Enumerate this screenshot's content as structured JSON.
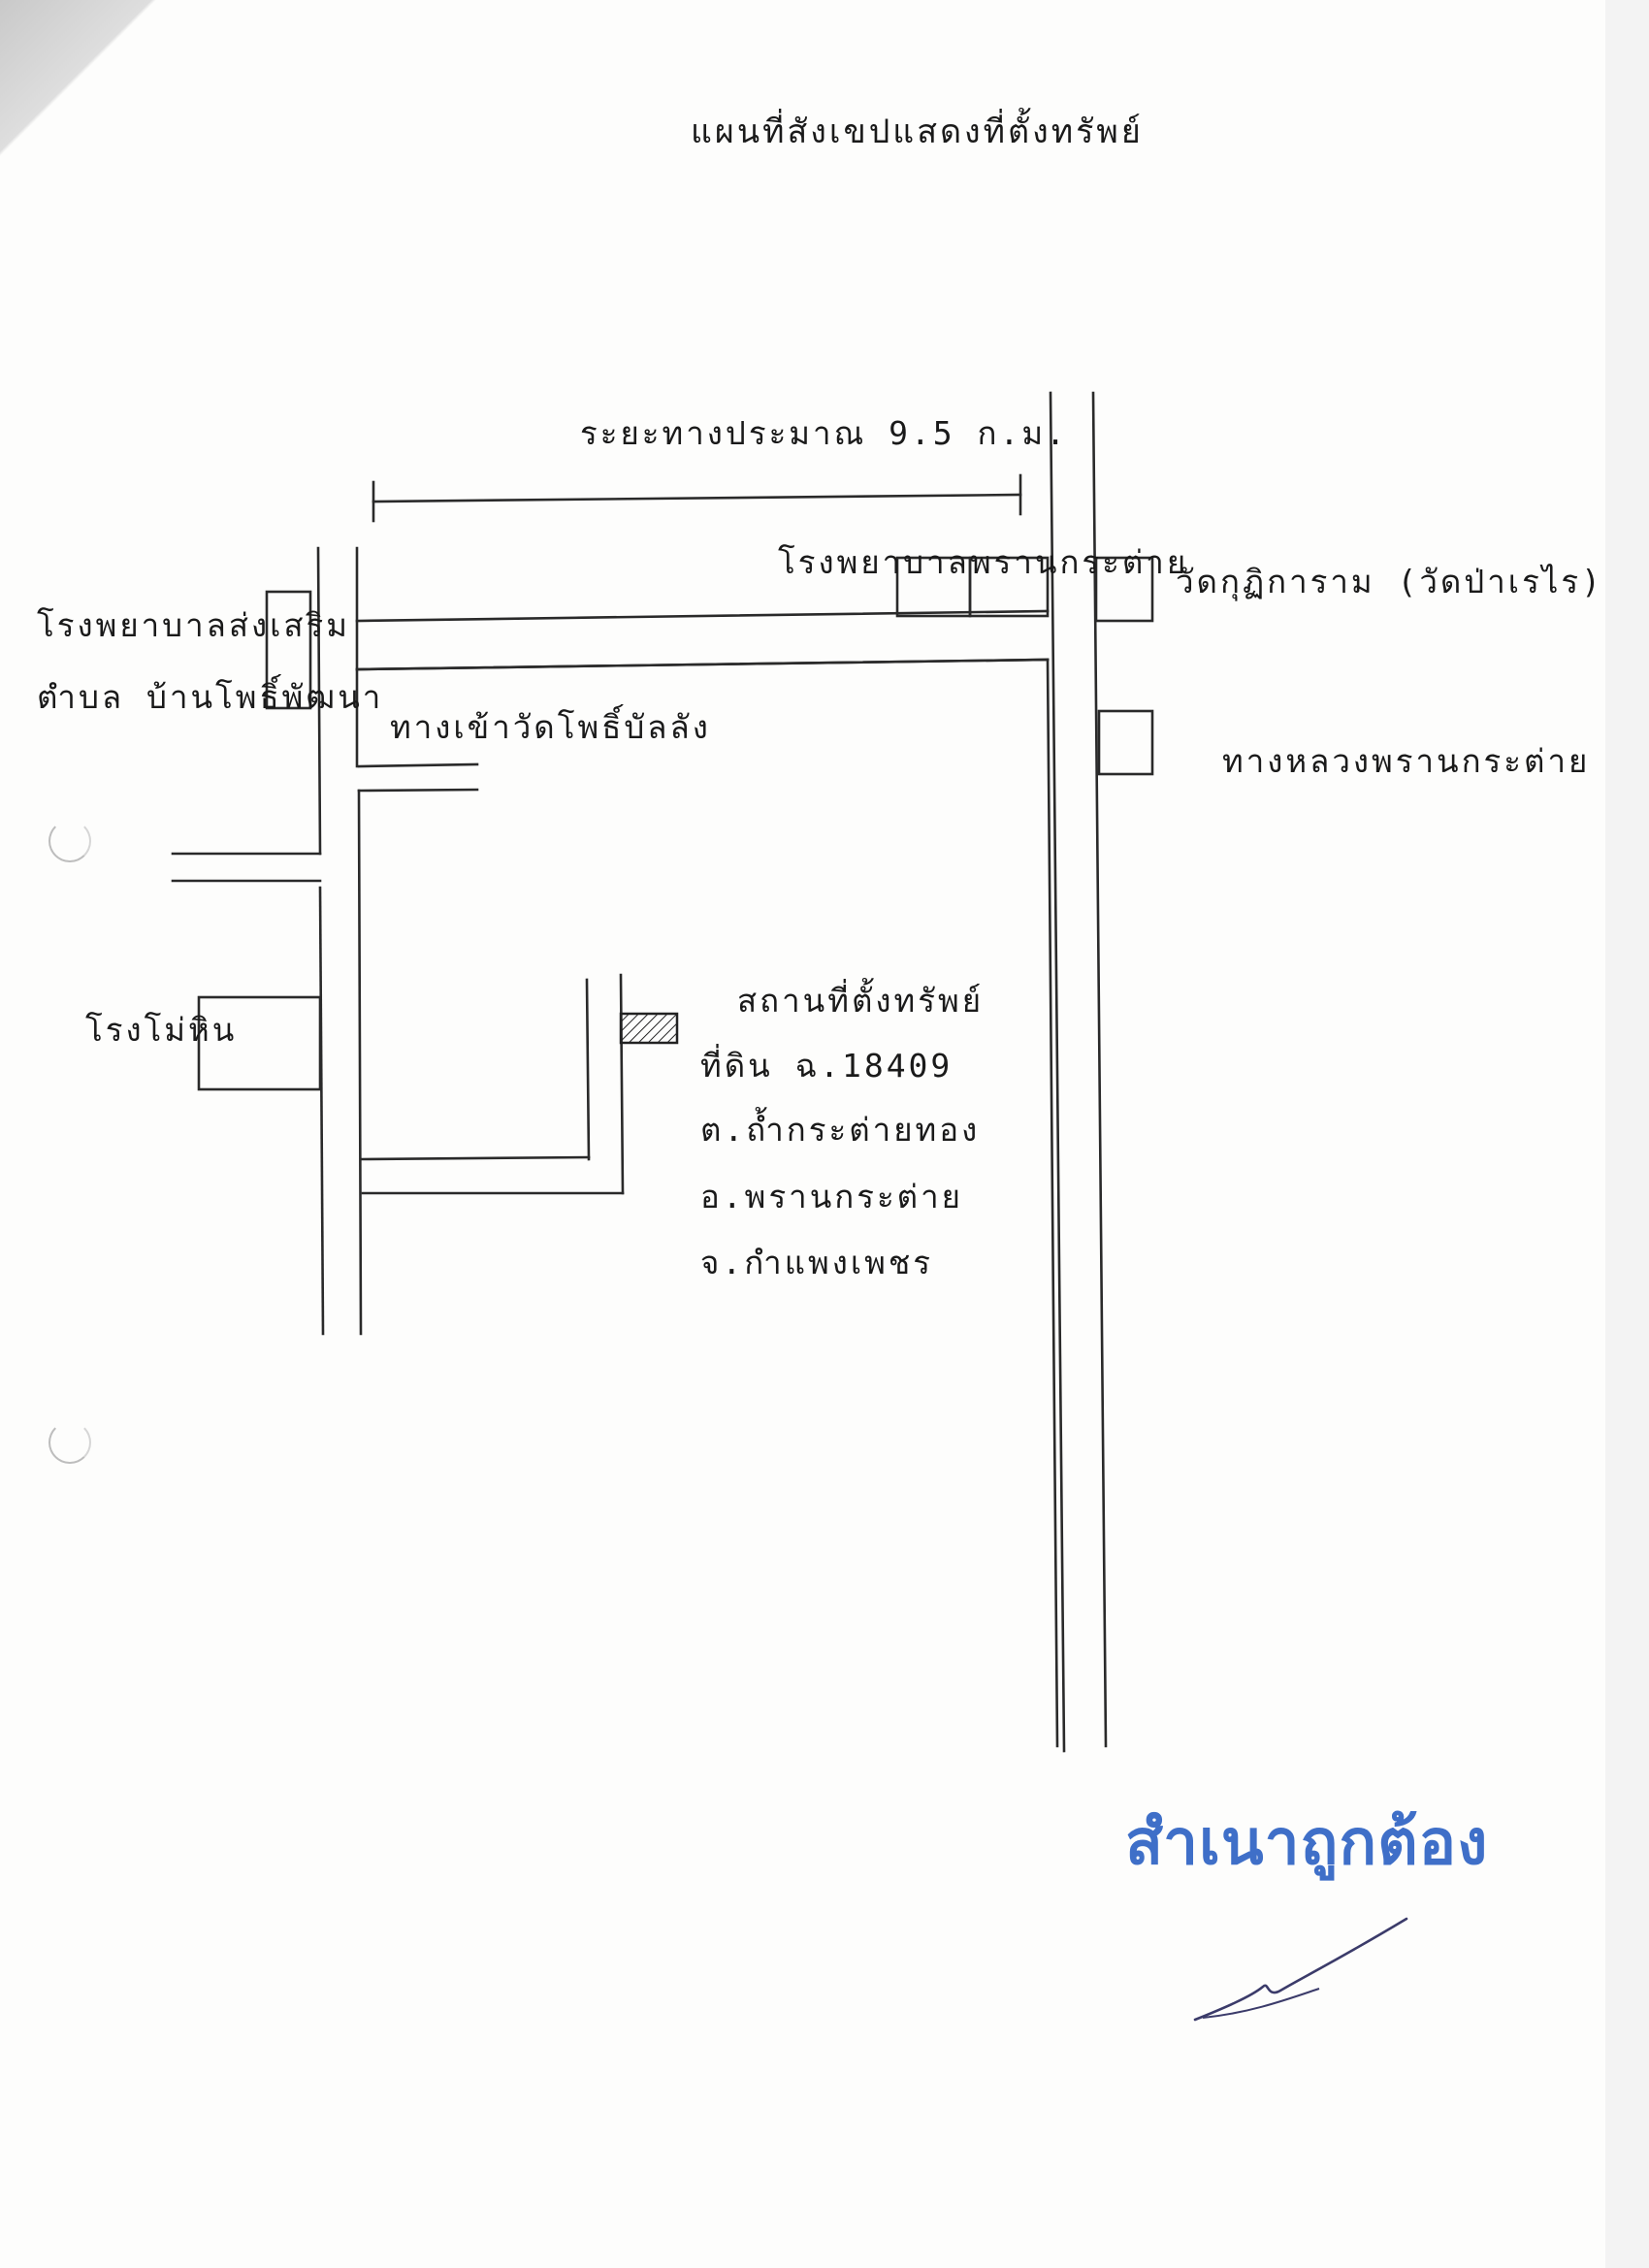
{
  "title": "แผนที่สังเขปแสดงที่ตั้งทรัพย์",
  "distance_label": "ระยะทางประมาณ 9.5 ก.ม.",
  "labels": {
    "hospital_songserm": "โรงพยาบาลส่งเสริม",
    "subdistrict_banphot": "ตำบล บ้านโพธิ์พัฒนา",
    "hospital_phrankrathai": "โรงพยาบาลพรานกระต่าย",
    "temple": "วัดกุฏิการาม (วัดป่าเรไร)",
    "road_to_temple": "ทางเข้าวัดโพธิ์บัลลัง",
    "highway": "ทางหลวงพรานกระต่าย",
    "mill": "โรงโม่หิน",
    "property_heading": "สถานที่ตั้งทรัพย์"
  },
  "property": {
    "deed": "ที่ดิน ฉ.18409",
    "tambon": "ต.ถ้ำกระต่ายทอง",
    "amphoe": "อ.พรานกระต่าย",
    "province": "จ.กำแพงเพชร"
  },
  "stamp": {
    "text": "สำเนาถูกต้อง",
    "color": "#3f6fc8"
  }
}
